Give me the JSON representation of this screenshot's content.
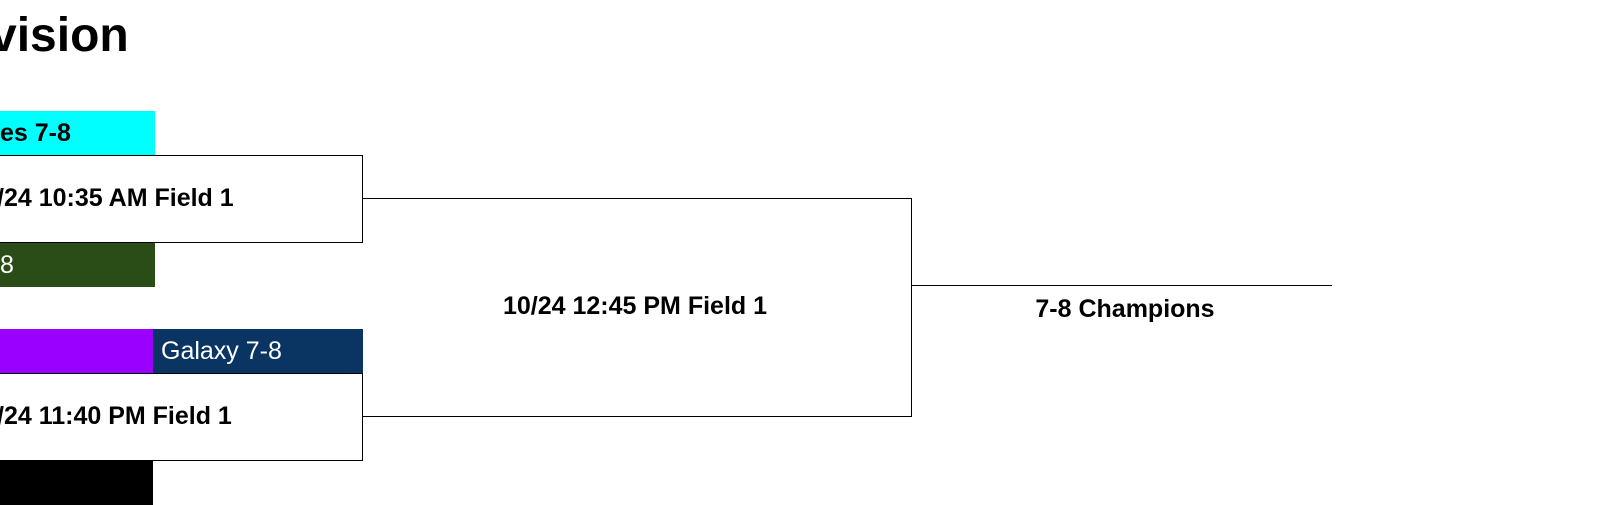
{
  "title": "vision",
  "colors": {
    "team1": "#00ffff",
    "team2": "#2a4d18",
    "team3": "#9900ff",
    "team4": "#0a3563",
    "team5": "#000000",
    "line": "#000000"
  },
  "bracket": {
    "round1": [
      {
        "top_team": "es 7-8",
        "match": "/24 10:35 AM Field 1",
        "bottom_team": "8"
      },
      {
        "top_team": "Galaxy 7-8",
        "match": "/24 11:40 PM Field 1",
        "bottom_team": ""
      }
    ],
    "final_match": "10/24 12:45 PM Field 1",
    "champion_label": "7-8 Champions"
  }
}
